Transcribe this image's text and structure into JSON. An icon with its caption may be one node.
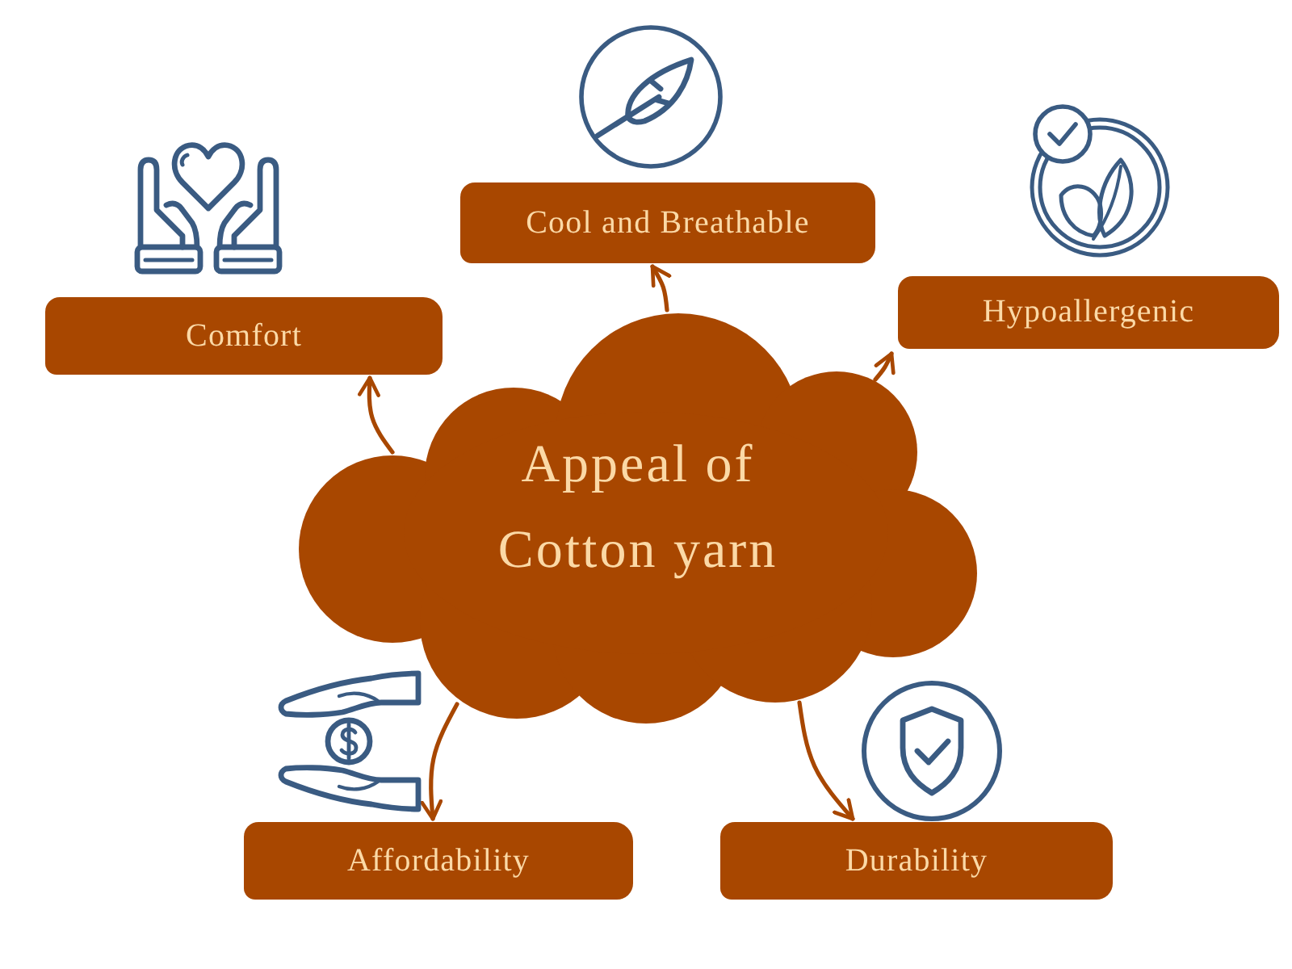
{
  "diagram": {
    "nodes": [
      {
        "text": [
          "Appeal of Cotton yarn"
        ]
      },
      {
        "text": [
          "Comfort"
        ]
      },
      {
        "text": [
          "Cool and Breathable"
        ]
      },
      {
        "text": [
          "Hypoallergenic"
        ]
      },
      {
        "text": [
          "Affordability"
        ]
      },
      {
        "text": [
          "Durability"
        ]
      }
    ],
    "edges": [
      {
        "from": 0,
        "to": 1,
        "arrow": "to"
      },
      {
        "from": 0,
        "to": 2,
        "arrow": "to"
      },
      {
        "from": 0,
        "to": 3,
        "arrow": "to"
      },
      {
        "from": 0,
        "to": 4,
        "arrow": "to"
      },
      {
        "from": 0,
        "to": 5,
        "arrow": "to"
      }
    ]
  }
}
